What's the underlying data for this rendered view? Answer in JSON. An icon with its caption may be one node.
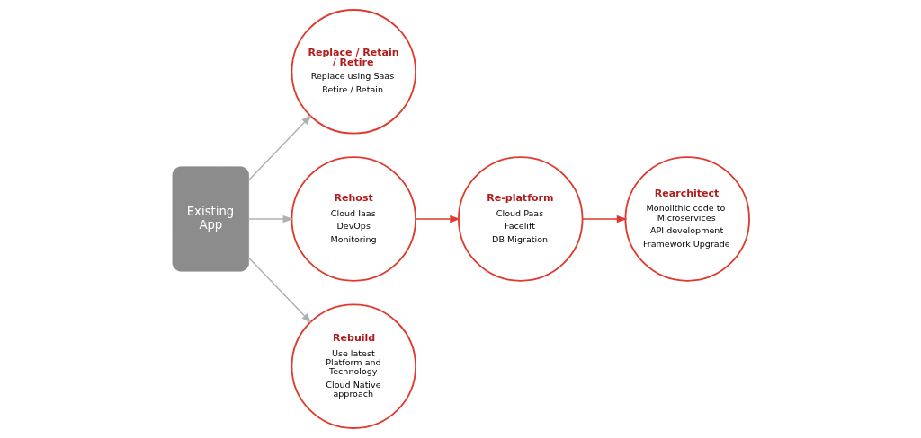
{
  "diagram": {
    "nodes": [
      {
        "text": [
          "Existing App"
        ]
      },
      {
        "text": [
          "Replace / Retain / Retire",
          "Replace using Saas",
          "Retire / Retain"
        ]
      },
      {
        "text": [
          "Rebuild",
          "Use latest Platform and Technology",
          "Cloud Native approach"
        ]
      },
      {
        "text": [
          "Rehost",
          "Cloud Iaas",
          "DevOps",
          "Monitoring"
        ]
      },
      {
        "text": [
          "Re-platform",
          "Cloud Paas",
          "Facelift",
          "DB Migration"
        ]
      },
      {
        "text": [
          "Rearchitect",
          "Monolithic code to Microservices",
          "API development",
          "Framework Upgrade"
        ]
      }
    ],
    "edges": [
      {
        "from": 0,
        "to": 1,
        "arrow": "to"
      },
      {
        "from": 0,
        "to": 3,
        "arrow": "to"
      },
      {
        "from": 0,
        "to": 2,
        "arrow": "to"
      },
      {
        "from": 3,
        "to": 4,
        "arrow": "to",
        "color": "#e03a2f"
      },
      {
        "from": 4,
        "to": 5,
        "arrow": "to",
        "color": "#e03a2f"
      }
    ]
  }
}
